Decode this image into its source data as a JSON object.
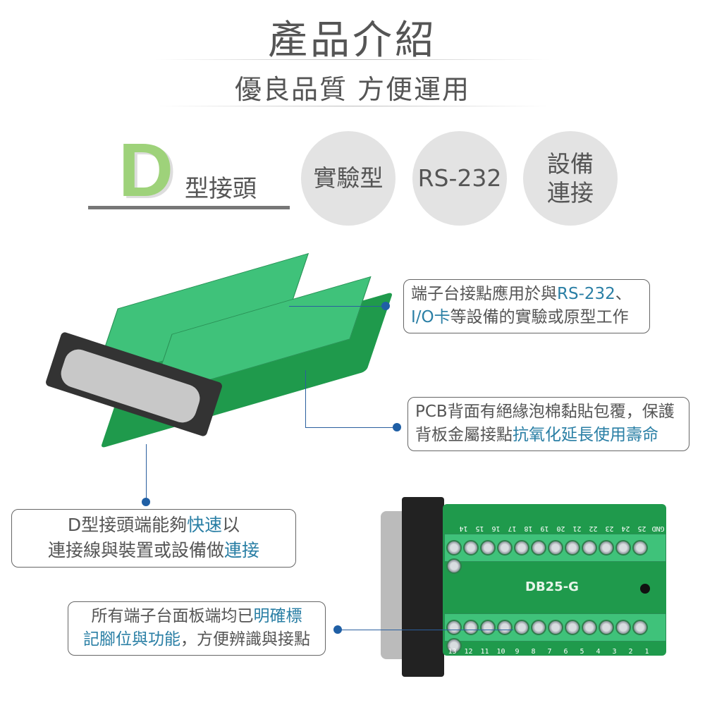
{
  "header": {
    "title": "產品介紹",
    "subtitle": "優良品質 方便運用"
  },
  "badge": {
    "letter": "D",
    "label": "型接頭"
  },
  "features": [
    "實驗型",
    "RS-232",
    "設備\n連接"
  ],
  "callouts": [
    {
      "parts": [
        {
          "t": "端子台接點應用於與"
        },
        {
          "t": "RS-232",
          "hl": true
        },
        {
          "t": "、\n"
        },
        {
          "t": "I/O卡",
          "hl": true
        },
        {
          "t": "等設備的實驗或原型工作"
        }
      ]
    },
    {
      "parts": [
        {
          "t": "PCB背面有絕緣泡棉黏貼包覆，保護\n背板金屬接點"
        },
        {
          "t": "抗氧化延長使用壽命",
          "hl": true
        }
      ]
    },
    {
      "parts": [
        {
          "t": "D型接頭端能夠"
        },
        {
          "t": "快速",
          "hl": true
        },
        {
          "t": "以\n連接線與裝置或設備做"
        },
        {
          "t": "連接",
          "hl": true
        }
      ]
    },
    {
      "parts": [
        {
          "t": "所有端子台面板端均已"
        },
        {
          "t": "明確標",
          "hl": true
        },
        {
          "t": "\n"
        },
        {
          "t": "記腳位與功能",
          "hl": true
        },
        {
          "t": "，方便辨識與接點"
        }
      ]
    }
  ],
  "board": {
    "model": "DB25-G",
    "top_pins": [
      "14",
      "15",
      "16",
      "17",
      "18",
      "19",
      "20",
      "21",
      "22",
      "23",
      "24",
      "25",
      "GND"
    ],
    "bottom_pins": [
      "13",
      "12",
      "11",
      "10",
      "9",
      "8",
      "7",
      "6",
      "5",
      "4",
      "3",
      "2",
      "1"
    ]
  },
  "colors": {
    "accent": "#2a7fa5",
    "badge_green": "#9ed27a",
    "pcb_green": "#1f9a4c",
    "terminal_green": "#3fc27a"
  }
}
